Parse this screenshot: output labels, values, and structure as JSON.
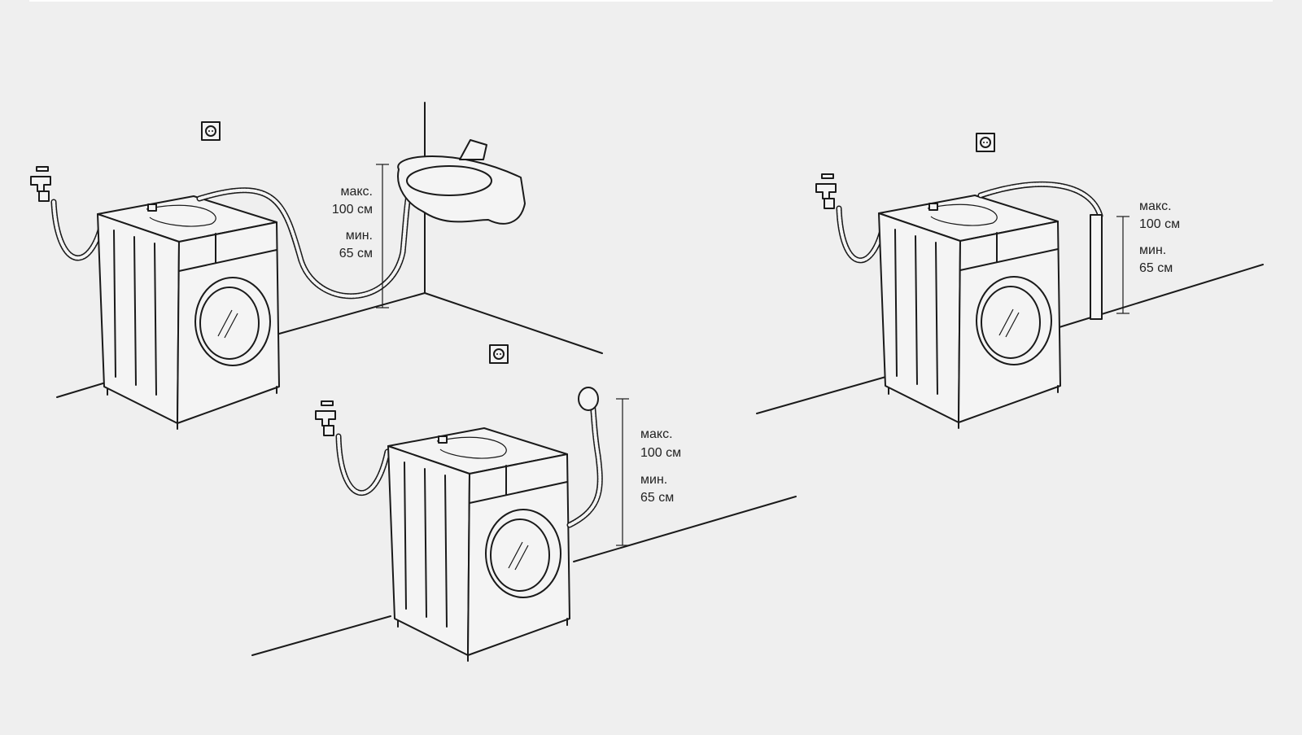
{
  "installations": [
    {
      "name": "sink-drain",
      "max_label": "макс.",
      "max_value": "100 см",
      "min_label": "мин.",
      "min_value": "65 см"
    },
    {
      "name": "wall-drain",
      "max_label": "макс.",
      "max_value": "100 см",
      "min_label": "мин.",
      "min_value": "65 см"
    },
    {
      "name": "standpipe-drain",
      "max_label": "макс.",
      "max_value": "100 см",
      "min_label": "мин.",
      "min_value": "65 см"
    }
  ],
  "colors": {
    "background": "#efefef",
    "line": "#1a1a1a",
    "fill": "#f4f4f4"
  }
}
